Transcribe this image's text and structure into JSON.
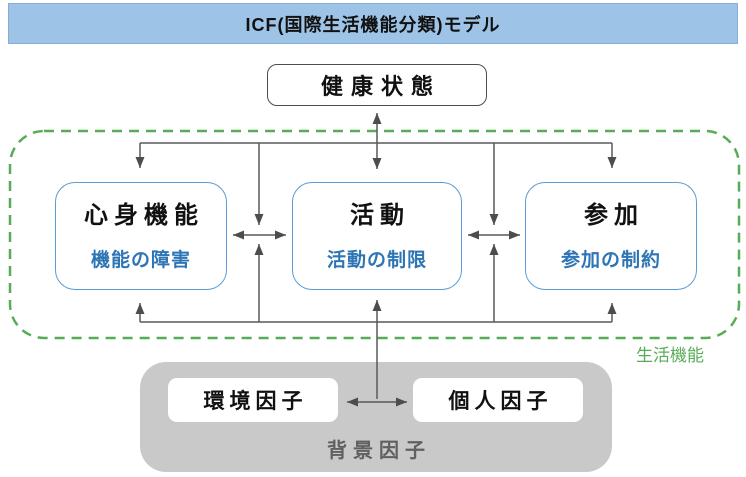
{
  "header": {
    "title": "ICF(国際生活機能分類)モデル"
  },
  "health_status": {
    "label": "健康状態"
  },
  "function_boxes": [
    {
      "title": "心身機能",
      "subtitle": "機能の障害"
    },
    {
      "title": "活動",
      "subtitle": "活動の制限"
    },
    {
      "title": "参加",
      "subtitle": "参加の制約"
    }
  ],
  "life_function": {
    "label": "生活機能"
  },
  "background_factors": {
    "label": "背景因子",
    "environment": {
      "label": "環境因子"
    },
    "personal": {
      "label": "個人因子"
    }
  },
  "colors": {
    "header_bg": "#9DC3E6",
    "header_border": "#85AFD9",
    "box_border": "#5B9BD5",
    "subtitle_blue": "#2E75B6",
    "green": "#58AC58",
    "gray_box": "#C9C9C9",
    "gray_text": "#606060",
    "arrow": "#595959",
    "health_border": "#4D4D4D"
  }
}
